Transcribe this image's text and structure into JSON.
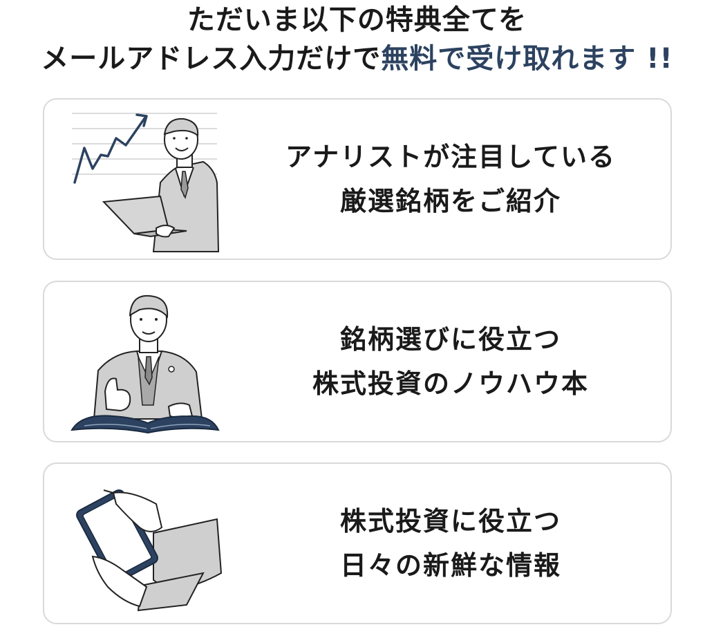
{
  "headline": {
    "line1": "ただいま以下の特典全てを",
    "line2_plain": "メールアドレス入力だけで",
    "line2_accent": "無料で受け取れます !!"
  },
  "colors": {
    "accent": "#2c4260",
    "card_border": "#d9d9d9",
    "text": "#1a1a1a"
  },
  "benefits": [
    {
      "icon": "analyst-laptop-chart-illustration",
      "line1": "アナリストが注目している",
      "line2": "厳選銘柄をご紹介"
    },
    {
      "icon": "businessman-thumbs-up-book-illustration",
      "line1": "銘柄選びに役立つ",
      "line2": "株式投資のノウハウ本"
    },
    {
      "icon": "hands-tablet-illustration",
      "line1": "株式投資に役立つ",
      "line2": "日々の新鮮な情報"
    }
  ]
}
